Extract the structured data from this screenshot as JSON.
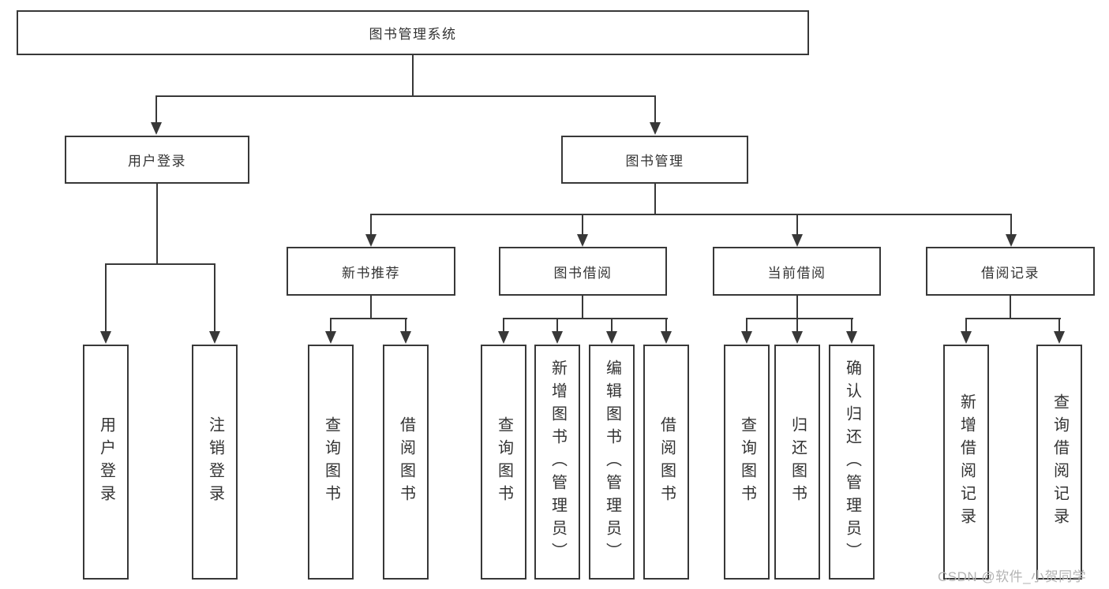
{
  "tree": {
    "label": "图书管理系统",
    "children": [
      {
        "label": "用户登录",
        "children": [
          {
            "label": "用户登录"
          },
          {
            "label": "注销登录"
          }
        ]
      },
      {
        "label": "图书管理",
        "children": [
          {
            "label": "新书推荐",
            "children": [
              {
                "label": "查询图书"
              },
              {
                "label": "借阅图书"
              }
            ]
          },
          {
            "label": "图书借阅",
            "children": [
              {
                "label": "查询图书"
              },
              {
                "label": "新增图书（管理员）"
              },
              {
                "label": "编辑图书（管理员）"
              },
              {
                "label": "借阅图书"
              }
            ]
          },
          {
            "label": "当前借阅",
            "children": [
              {
                "label": "查询图书"
              },
              {
                "label": "归还图书"
              },
              {
                "label": "确认归还（管理员）"
              }
            ]
          },
          {
            "label": "借阅记录",
            "children": [
              {
                "label": "新增借阅记录"
              },
              {
                "label": "查询借阅记录"
              }
            ]
          }
        ]
      }
    ]
  },
  "watermark": "CSDN @软件_小贺同学",
  "colors": {
    "line": "#383838",
    "text": "#333333",
    "box_background": "#ffffff",
    "page_background": "#ffffff",
    "watermark": "#b3b3b3"
  }
}
